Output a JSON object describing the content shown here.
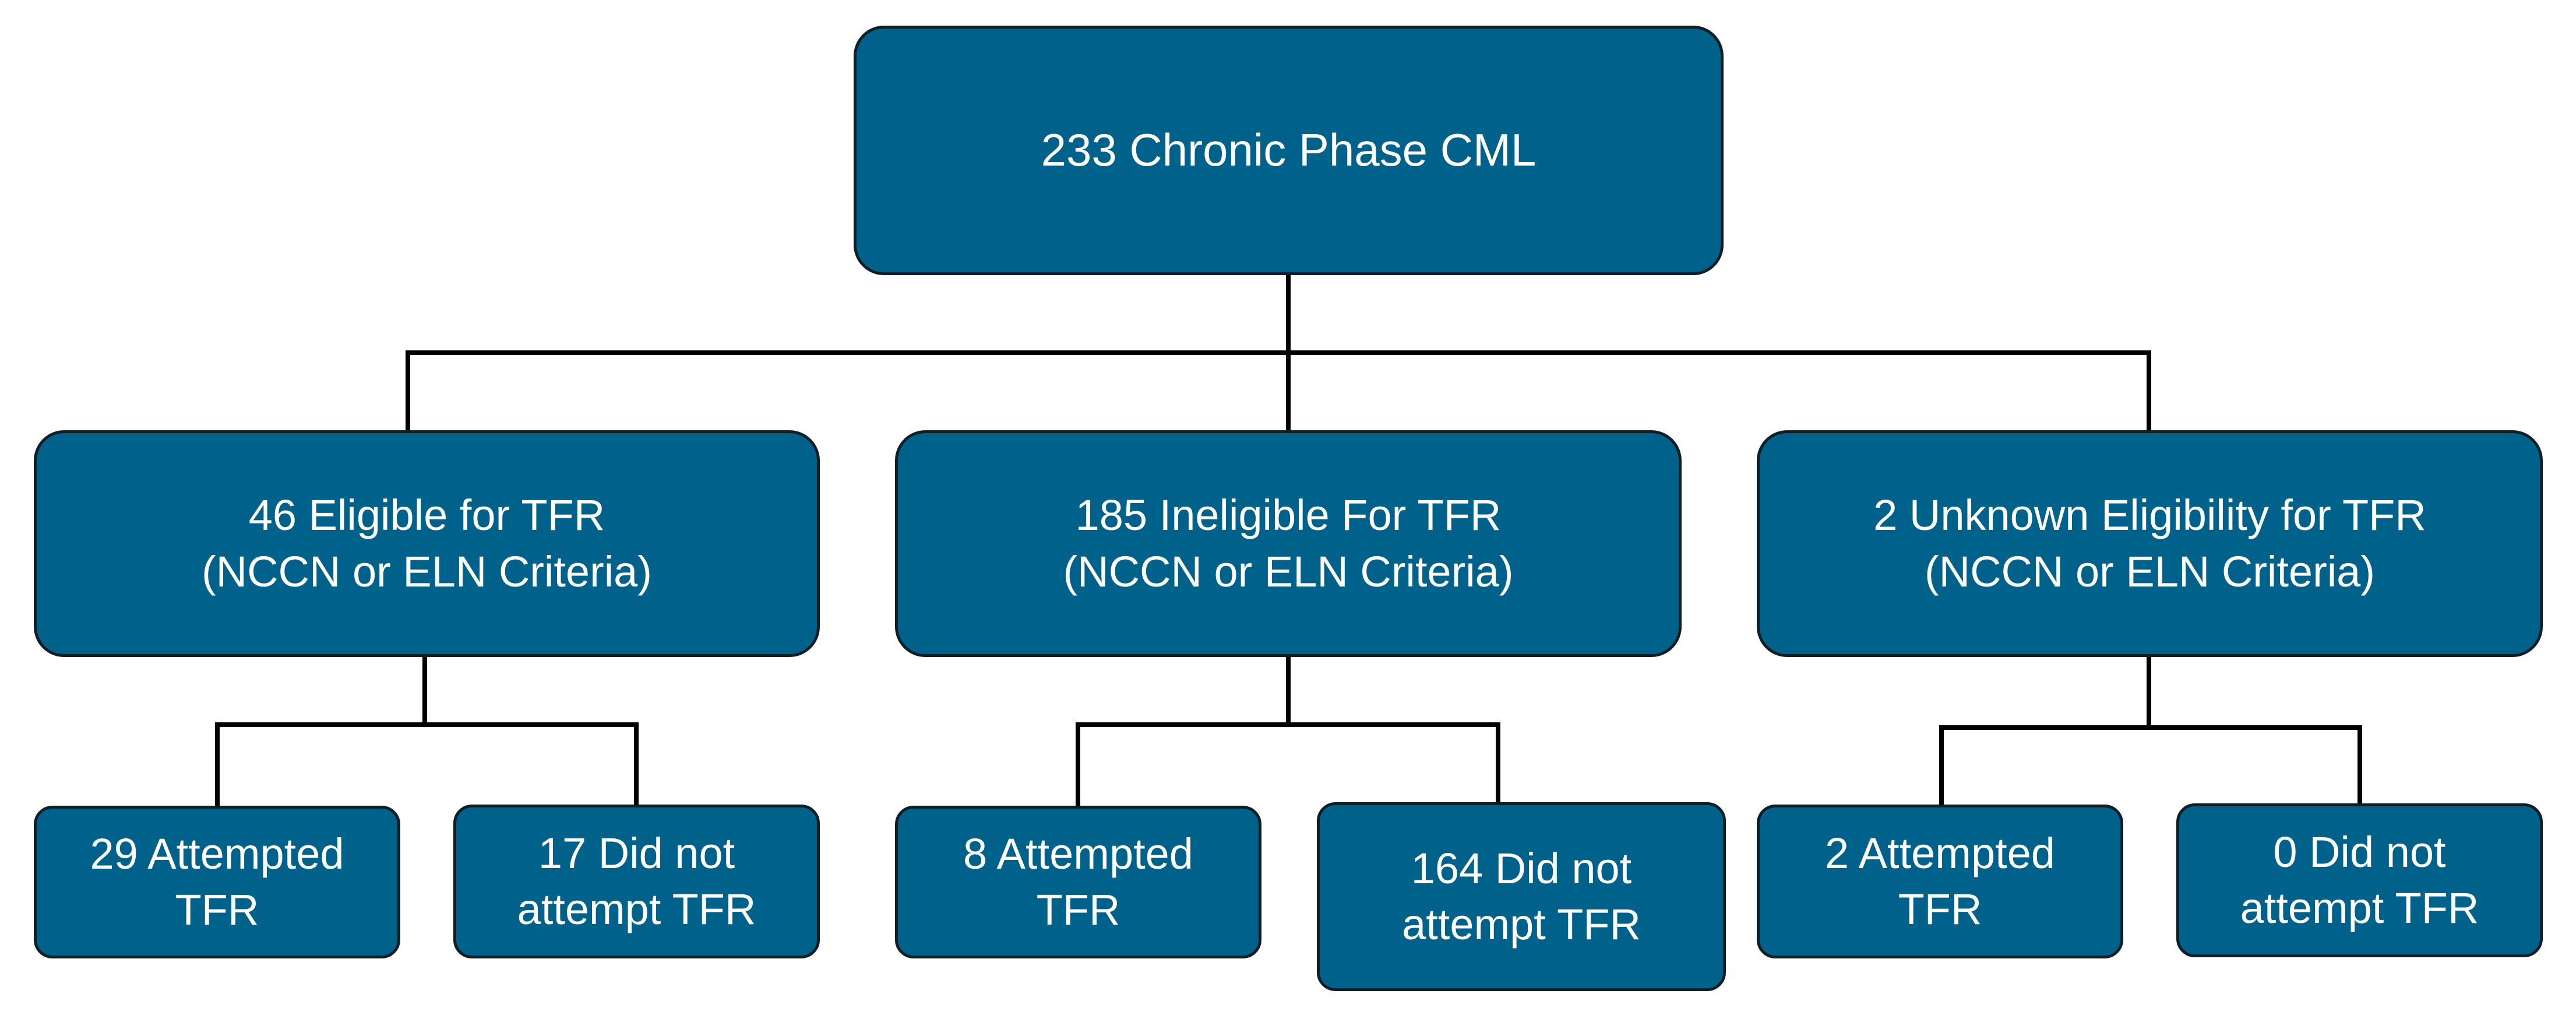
{
  "root": {
    "label": "233 Chronic Phase CML"
  },
  "groups": [
    {
      "line1": "46 Eligible for TFR",
      "line2": "(NCCN or ELN Criteria)",
      "children": [
        {
          "line1": "29 Attempted",
          "line2": "TFR"
        },
        {
          "line1": "17 Did not",
          "line2": "attempt TFR"
        }
      ]
    },
    {
      "line1": "185 Ineligible For TFR",
      "line2": "(NCCN or ELN Criteria)",
      "children": [
        {
          "line1": "8 Attempted",
          "line2": "TFR"
        },
        {
          "line1": "164 Did not",
          "line2": "attempt TFR"
        }
      ]
    },
    {
      "line1": "2 Unknown Eligibility for TFR",
      "line2": "(NCCN or ELN Criteria)",
      "children": [
        {
          "line1": "2 Attempted",
          "line2": "TFR"
        },
        {
          "line1": "0 Did not",
          "line2": "attempt TFR"
        }
      ]
    }
  ],
  "colors": {
    "box_fill": "#00618a",
    "box_border": "#0f1f28",
    "text": "#ffffff",
    "connector": "#000000"
  }
}
